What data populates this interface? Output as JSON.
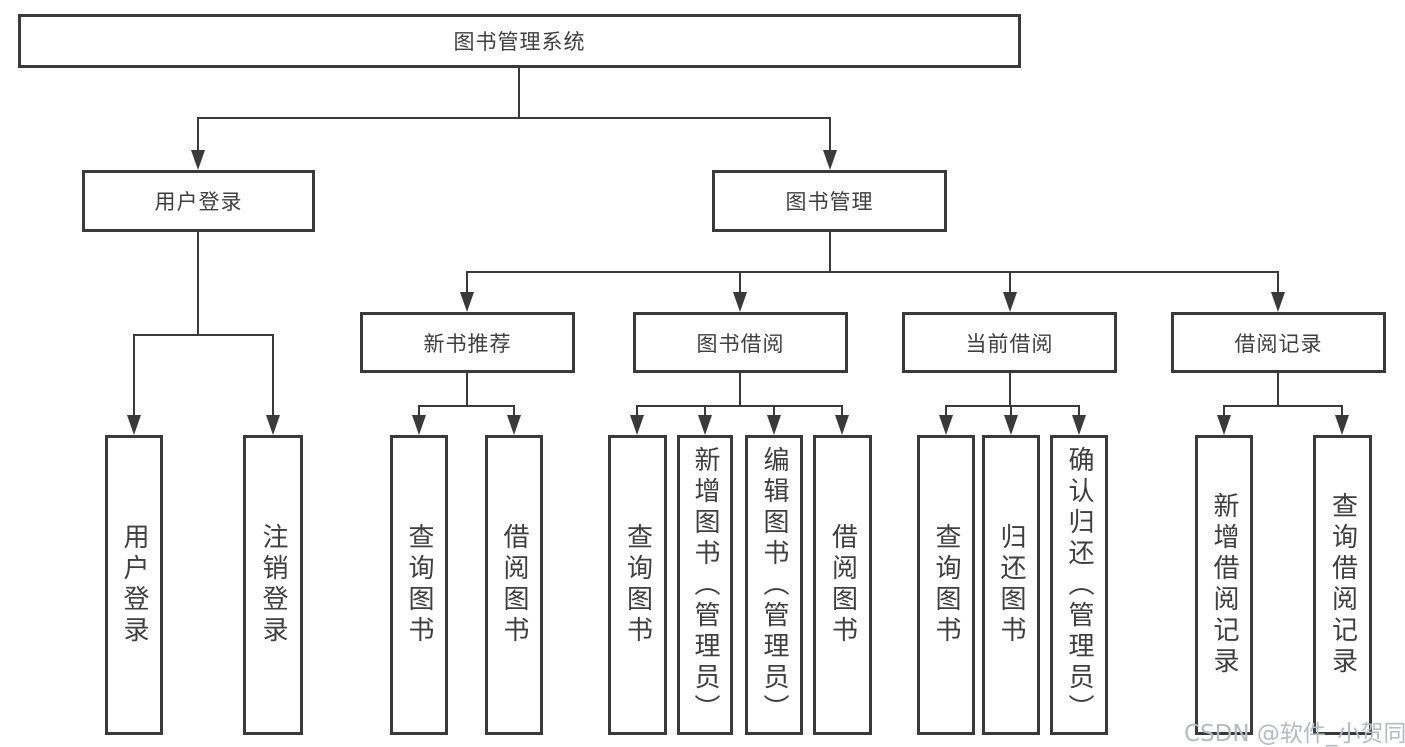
{
  "diagram": {
    "title_node": "图书管理系统",
    "nodes": {
      "root": "图书管理系统",
      "user_login": "用户登录",
      "book_mgmt": "图书管理",
      "new_book_rec": "新书推荐",
      "book_borrow": "图书借阅",
      "current_borrow": "当前借阅",
      "borrow_records": "借阅记录",
      "leaves": {
        "user_login": [
          "用户登录",
          "注销登录"
        ],
        "new_book_rec": [
          "查询图书",
          "借阅图书"
        ],
        "book_borrow": [
          "查询图书",
          "新增图书（管理员）",
          "编辑图书（管理员）",
          "借阅图书"
        ],
        "current_borrow": [
          "查询图书",
          "归还图书",
          "确认归还（管理员）"
        ],
        "borrow_records": [
          "新增借阅记录",
          "查询借阅记录"
        ]
      }
    }
  },
  "watermark": {
    "text": "CSDN @软件_小贺同学"
  },
  "colors": {
    "line": "#3a3a3a",
    "text": "#3f3f3f",
    "watermark": "#b7bbbf",
    "background": "#ffffff"
  }
}
